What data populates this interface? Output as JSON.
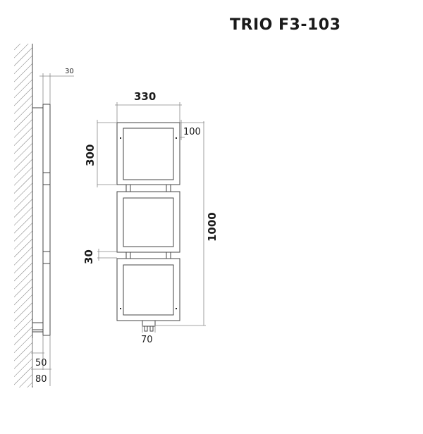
{
  "title": "TRIO F3-103",
  "dimensions": {
    "wall_offset": "30",
    "width": "330",
    "top_offset": "100",
    "panel_height": "300",
    "total_height": "1000",
    "pipe_size": "30",
    "connection_spacing": "70",
    "depth_inner": "50",
    "depth_outer": "80"
  },
  "colors": {
    "line": "#444444",
    "text": "#1a1a1a",
    "hatch": "#777777"
  }
}
